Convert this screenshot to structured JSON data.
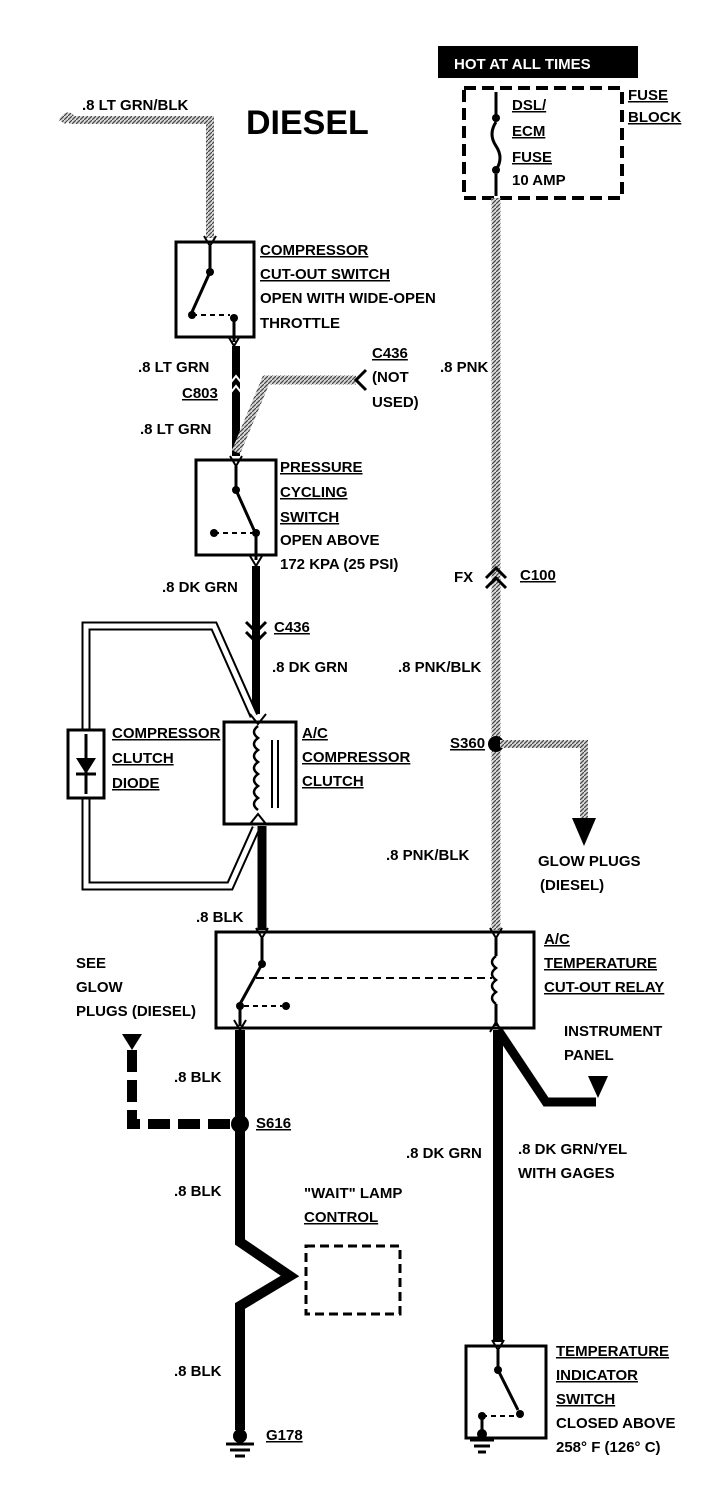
{
  "diagram": {
    "title": "DIESEL",
    "hot_banner": "HOT AT ALL TIMES",
    "fuse_block": [
      "FUSE",
      "BLOCK"
    ],
    "fuse": {
      "lines": [
        "DSL/",
        "ECM",
        "FUSE"
      ],
      "rating": "10 AMP"
    },
    "wires": {
      "top_left": ".8 LT GRN/BLK",
      "lt_grn_upper": ".8 LT GRN",
      "lt_grn_lower": ".8 LT GRN",
      "dk_grn_1": ".8 DK GRN",
      "dk_grn_2": ".8 DK GRN",
      "blk_1": ".8 BLK",
      "blk_2": ".8 BLK",
      "blk_3": ".8 BLK",
      "blk_4": ".8 BLK",
      "pnk": ".8 PNK",
      "pnk_blk_1": ".8 PNK/BLK",
      "pnk_blk_2": ".8 PNK/BLK",
      "dk_grn_right": ".8 DK GRN",
      "dk_grn_yel": [
        ".8 DK GRN/YEL",
        "WITH GAGES"
      ]
    },
    "connectors": {
      "c803": "C803",
      "c436_top": "C436",
      "c436_top_note": [
        "(NOT",
        "USED)"
      ],
      "c436_mid": "C436",
      "c100": "C100",
      "fx": "FX",
      "s360": "S360",
      "s616": "S616",
      "g178": "G178"
    },
    "components": {
      "compressor_cutout": [
        "COMPRESSOR",
        "CUT-OUT SWITCH",
        "OPEN WITH WIDE-OPEN",
        "THROTTLE"
      ],
      "pressure_cycling": [
        "PRESSURE",
        "CYCLING",
        "SWITCH",
        "OPEN ABOVE",
        "172 KPA (25 PSI)"
      ],
      "clutch_diode": [
        "COMPRESSOR",
        "CLUTCH",
        "DIODE"
      ],
      "ac_clutch": [
        "A/C",
        "COMPRESSOR",
        "CLUTCH"
      ],
      "glow_plugs": [
        "GLOW PLUGS",
        "(DIESEL)"
      ],
      "see_glow": [
        "SEE",
        "GLOW",
        "PLUGS (DIESEL)"
      ],
      "temp_relay": [
        "A/C",
        "TEMPERATURE",
        "CUT-OUT RELAY"
      ],
      "instrument_panel": [
        "INSTRUMENT",
        "PANEL"
      ],
      "wait_lamp": [
        "\"WAIT\" LAMP",
        "CONTROL"
      ],
      "temp_switch": [
        "TEMPERATURE",
        "INDICATOR",
        "SWITCH",
        "CLOSED ABOVE",
        "258° F (126° C)"
      ]
    }
  }
}
